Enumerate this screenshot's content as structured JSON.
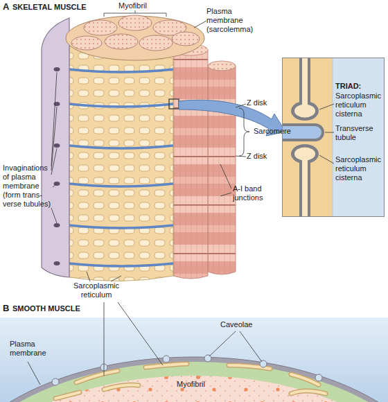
{
  "diagram": {
    "nodes": [
      {
        "text": [
          "TRIAD:",
          "Sarcoplasmic reticulum cisterna",
          "Transverse tubule",
          "Sarcoplasmic reticulum cisterna"
        ]
      }
    ],
    "labels": [
      "A",
      "SKELETAL MUSCLE",
      "Myofibril",
      "Plasma membrane (sarcolemma)",
      "Z disk",
      "Sarcomere",
      "Z disk",
      "Invaginations of plasma membrane (form trans- verse tubules)",
      "A-I band junctions",
      "Sarcoplasmic reticulum",
      "B",
      "SMOOTH MUSCLE",
      "Caveolae",
      "Plasma membrane",
      "Myofibril"
    ]
  }
}
